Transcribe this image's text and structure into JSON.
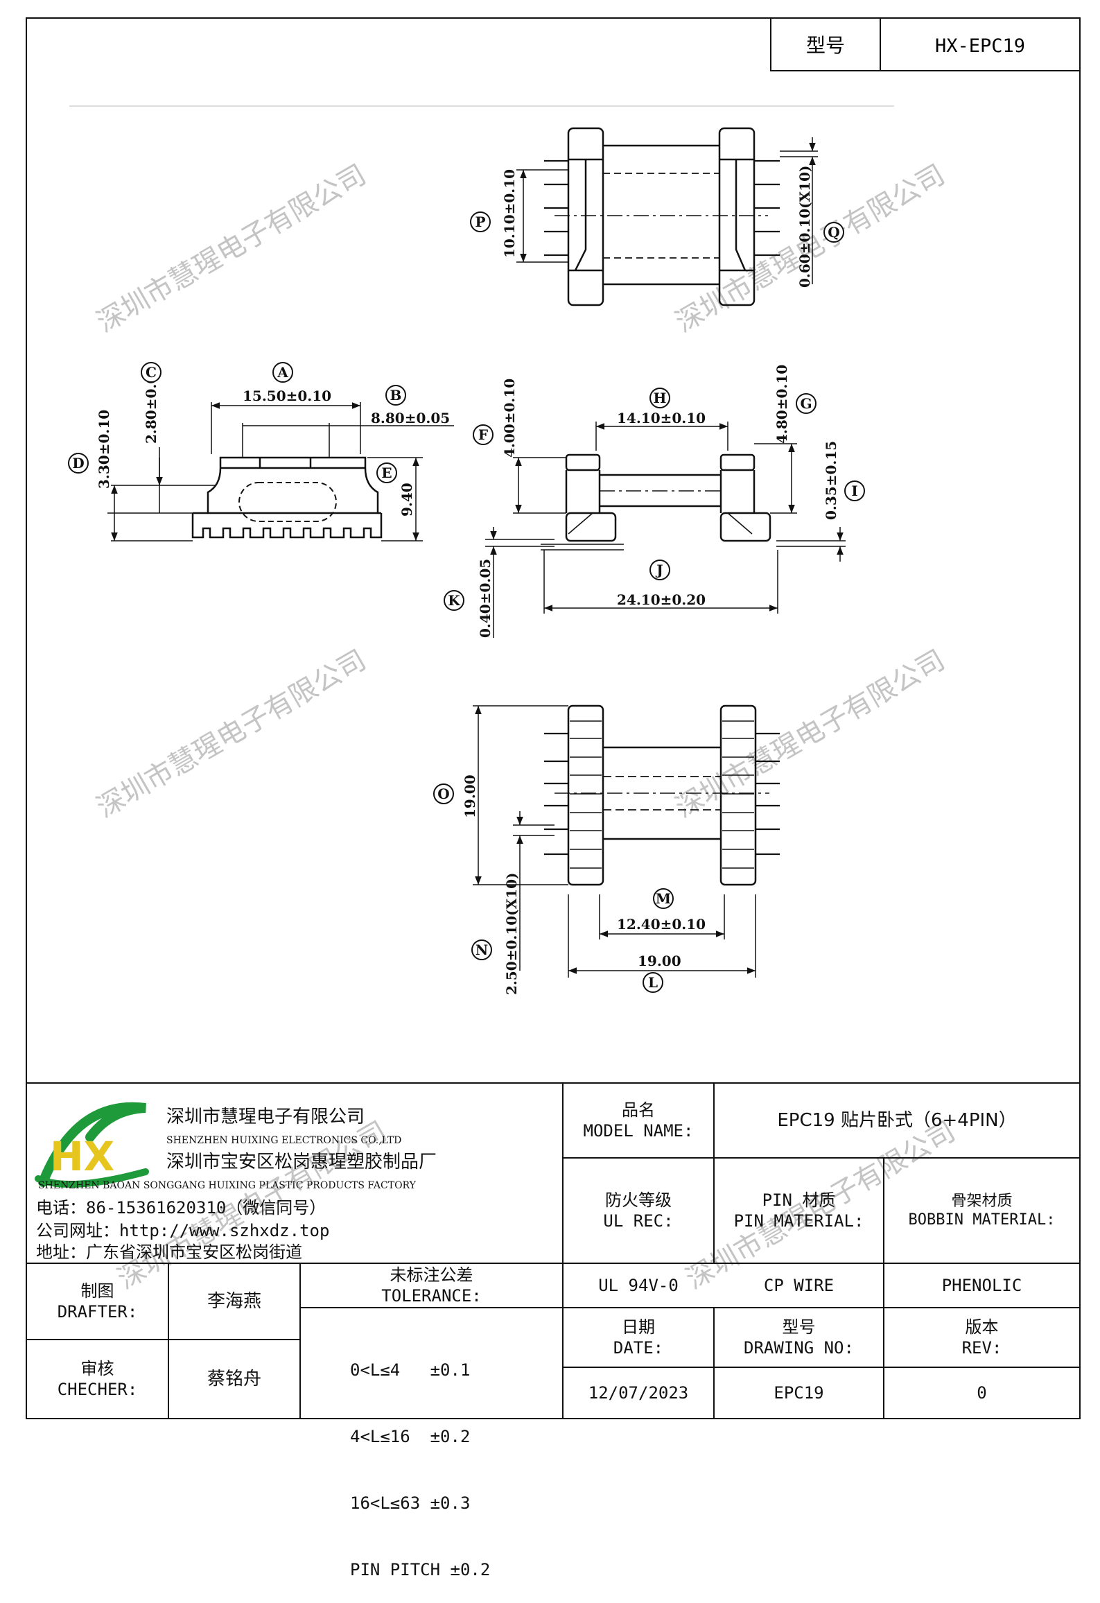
{
  "header": {
    "model_label": "型号",
    "model_value": "HX-EPC19"
  },
  "watermark": "深圳市慧瑆电子有限公司",
  "dims": {
    "P": "10.10±0.10",
    "Q": "0.60±0.10(X10)",
    "A": "15.50±0.10",
    "B": "8.80±0.05",
    "C": "2.80±0.05",
    "D": "3.30±0.10",
    "E": "9.40",
    "F": "4.00±0.10",
    "G": "4.80±0.10",
    "H": "14.10±0.10",
    "I": "0.35±0.15",
    "J": "24.10±0.20",
    "K": "0.40±0.05",
    "O": "19.00",
    "M": "12.40±0.10",
    "L": "19.00",
    "N": "2.50±0.10(X10)"
  },
  "labels": [
    "P",
    "Q",
    "A",
    "B",
    "C",
    "D",
    "E",
    "F",
    "G",
    "H",
    "I",
    "J",
    "K",
    "O",
    "M",
    "L",
    "N"
  ],
  "company": {
    "name_cn": "深圳市慧瑆电子有限公司",
    "name_en": "SHENZHEN HUIXING ELECTRONICS CO.,LTD",
    "factory_cn": "深圳市宝安区松岗惠瑆塑胶制品厂",
    "factory_en": "SHENZHEN BAOAN SONGGANG HUIXING PLASTIC PRODUCTS FACTORY",
    "phone": "电话：86-15361620310（微信同号）",
    "website": "公司网址：http://www.szhxdz.top",
    "address": "地址：广东省深圳市宝安区松岗街道",
    "logo_text": "HX"
  },
  "title_block": {
    "model_name_label_cn": "品名",
    "model_name_label_en": "MODEL NAME:",
    "model_name_value": "EPC19 贴片卧式（6+4PIN）",
    "ul_label_cn": "防火等级",
    "ul_label_en": "UL REC:",
    "pin_label_cn": "PIN 材质",
    "pin_label_en": "PIN MATERIAL:",
    "bobbin_label_cn": "骨架材质",
    "bobbin_label_en": "BOBBIN MATERIAL:",
    "ul_value": "UL 94V-0",
    "pin_value": "CP WIRE",
    "bobbin_value": "PHENOLIC",
    "drafter_cn": "制图",
    "drafter_en": "DRAFTER:",
    "drafter_name": "李海燕",
    "checker_cn": "审核",
    "checker_en": "CHECHER:",
    "checker_name": "蔡铭舟",
    "tolerance_cn": "未标注公差",
    "tolerance_en": "TOLERANCE:",
    "tolerances": [
      "0<L≤4   ±0.1",
      "4<L≤16  ±0.2",
      "16<L≤63 ±0.3",
      "PIN PITCH ±0.2"
    ],
    "date_cn": "日期",
    "date_en": "DATE:",
    "date_value": "12/07/2023",
    "drawing_cn": "型号",
    "drawing_en": "DRAWING NO:",
    "drawing_value": "EPC19",
    "rev_cn": "版本",
    "rev_en": "REV:",
    "rev_value": "0"
  },
  "colors": {
    "logo_green": "#1f9a3a",
    "logo_yellow": "#e6c51e",
    "line": "#111111",
    "watermark": "#bcbcbc"
  }
}
